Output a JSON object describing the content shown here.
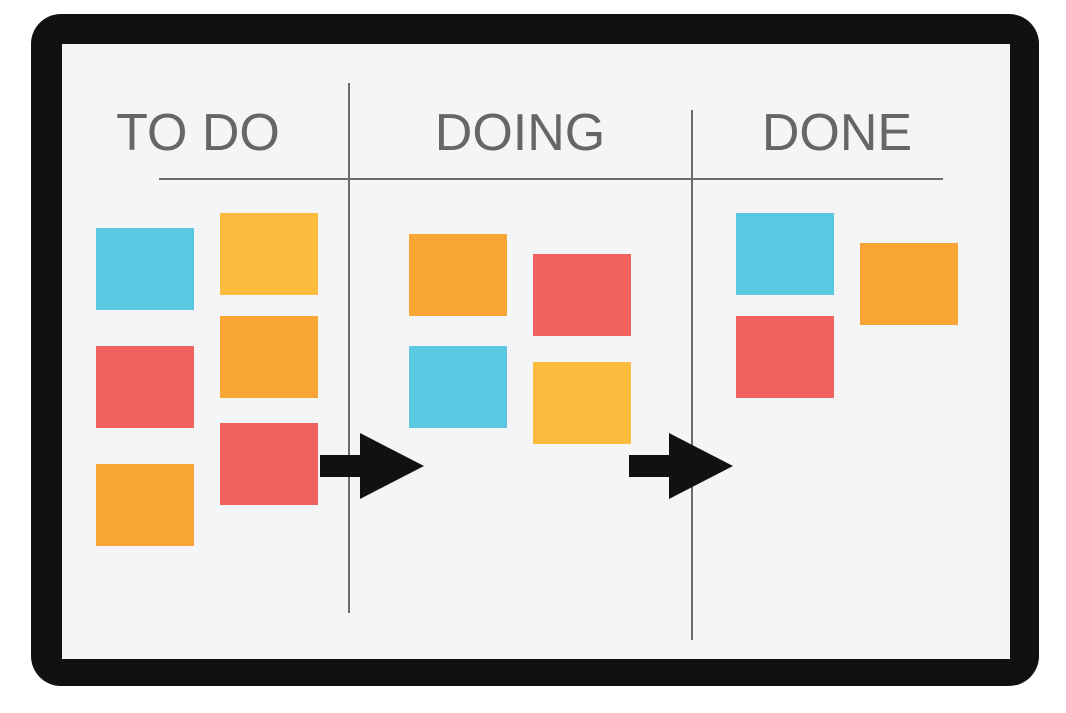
{
  "board": {
    "frame_color": "#111111",
    "surface_color": "#f4f5f7",
    "divider_color": "#6b6b6b"
  },
  "columns": [
    {
      "title": "TO DO",
      "notes": [
        {
          "color": "#5bc8e2",
          "name": "blue"
        },
        {
          "color": "#fdbb3e",
          "name": "yellow"
        },
        {
          "color": "#f2625f",
          "name": "red"
        },
        {
          "color": "#f9a533",
          "name": "orange"
        },
        {
          "color": "#f9a533",
          "name": "orange"
        },
        {
          "color": "#f2625f",
          "name": "red"
        }
      ]
    },
    {
      "title": "DOING",
      "notes": [
        {
          "color": "#f9a533",
          "name": "orange"
        },
        {
          "color": "#f2625f",
          "name": "red"
        },
        {
          "color": "#5bc8e2",
          "name": "blue"
        },
        {
          "color": "#fdbb3e",
          "name": "yellow"
        }
      ]
    },
    {
      "title": "DONE",
      "notes": [
        {
          "color": "#5bc8e2",
          "name": "blue"
        },
        {
          "color": "#f9a533",
          "name": "orange"
        },
        {
          "color": "#f2625f",
          "name": "red"
        }
      ]
    }
  ],
  "arrows": [
    {
      "from": "TO DO",
      "to": "DOING",
      "icon": "right-arrow-icon"
    },
    {
      "from": "DOING",
      "to": "DONE",
      "icon": "right-arrow-icon"
    }
  ]
}
